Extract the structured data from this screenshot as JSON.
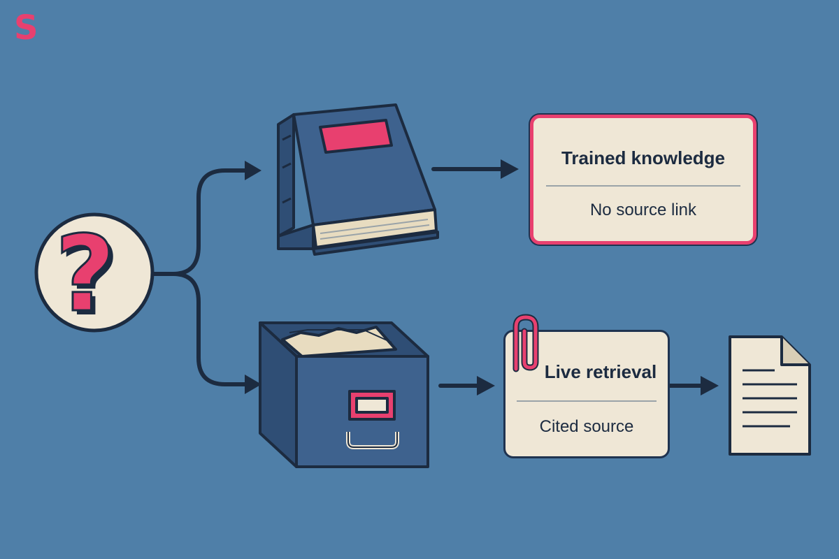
{
  "logo": {
    "text": "S",
    "color": "#e8406f"
  },
  "question": {
    "glyph": "?"
  },
  "top_path": {
    "card_title": "Trained knowledge",
    "card_subtitle": "No source link"
  },
  "bottom_path": {
    "card_title": "Live retrieval",
    "card_subtitle": "Cited source"
  },
  "colors": {
    "background": "#4f7fa8",
    "ink": "#1c2b40",
    "accent": "#e8406f",
    "paper": "#efe7d6",
    "object_blue": "#3e628e"
  },
  "icons": [
    "question-mark-icon",
    "book-icon",
    "file-drawer-icon",
    "paperclip-icon",
    "document-icon"
  ]
}
